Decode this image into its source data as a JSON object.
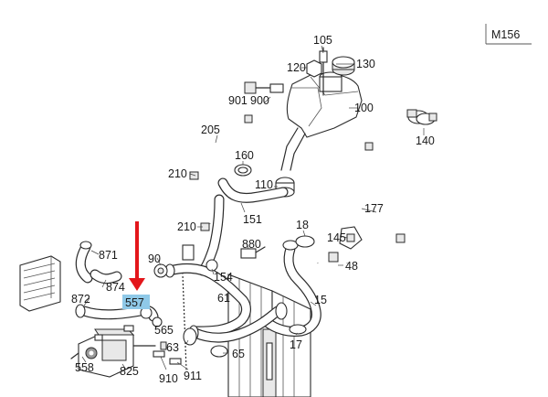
{
  "engine_code": "M156",
  "highlight": {
    "part": "557",
    "box_color": "#8fc9e8",
    "arrow_color": "#e3161b"
  },
  "parts": {
    "p105": "105",
    "p120": "120",
    "p130": "130",
    "p901": "901",
    "p900": "900",
    "p100": "100",
    "p140": "140",
    "p205": "205",
    "p160": "160",
    "p210a": "210",
    "p110": "110",
    "p151": "151",
    "p210b": "210",
    "p177": "177",
    "p18": "18",
    "p145": "145",
    "p871": "871",
    "p90": "90",
    "p880": "880",
    "p48": "48",
    "p874": "874",
    "p154": "154",
    "p872": "872",
    "p557": "557",
    "p61": "61",
    "p15": "15",
    "p565": "565",
    "p63": "63",
    "p17": "17",
    "p65": "65",
    "p558": "558",
    "p825": "825",
    "p910": "910",
    "p911": "911"
  }
}
